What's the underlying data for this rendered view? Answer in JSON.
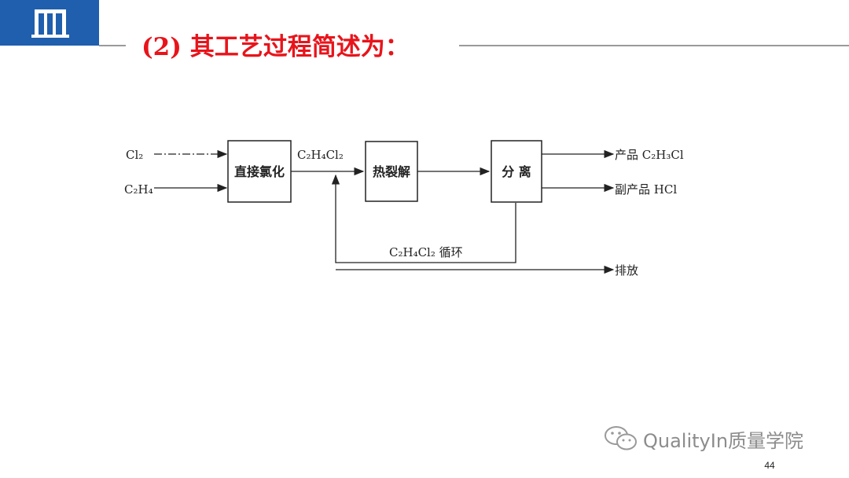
{
  "slide": {
    "title": "(2) 其工艺过程简述为：",
    "page_number": "44",
    "watermark": "QualityIn质量学院",
    "colors": {
      "logo_bg": "#1f5fae",
      "title": "#e8141b",
      "line": "#9a9a9a"
    }
  },
  "diagram": {
    "inputs": {
      "cl2": "Cl₂",
      "c2h4": "C₂H₄"
    },
    "boxes": {
      "chlorination": "直接氯化",
      "cracking": "热裂解",
      "separation": "分 离"
    },
    "streams": {
      "edc": "C₂H₄Cl₂",
      "recycle": "C₂H₄Cl₂ 循环"
    },
    "outputs": {
      "product": "产品 C₂H₃Cl",
      "byproduct": "副产品 HCl",
      "vent": "排放"
    }
  }
}
